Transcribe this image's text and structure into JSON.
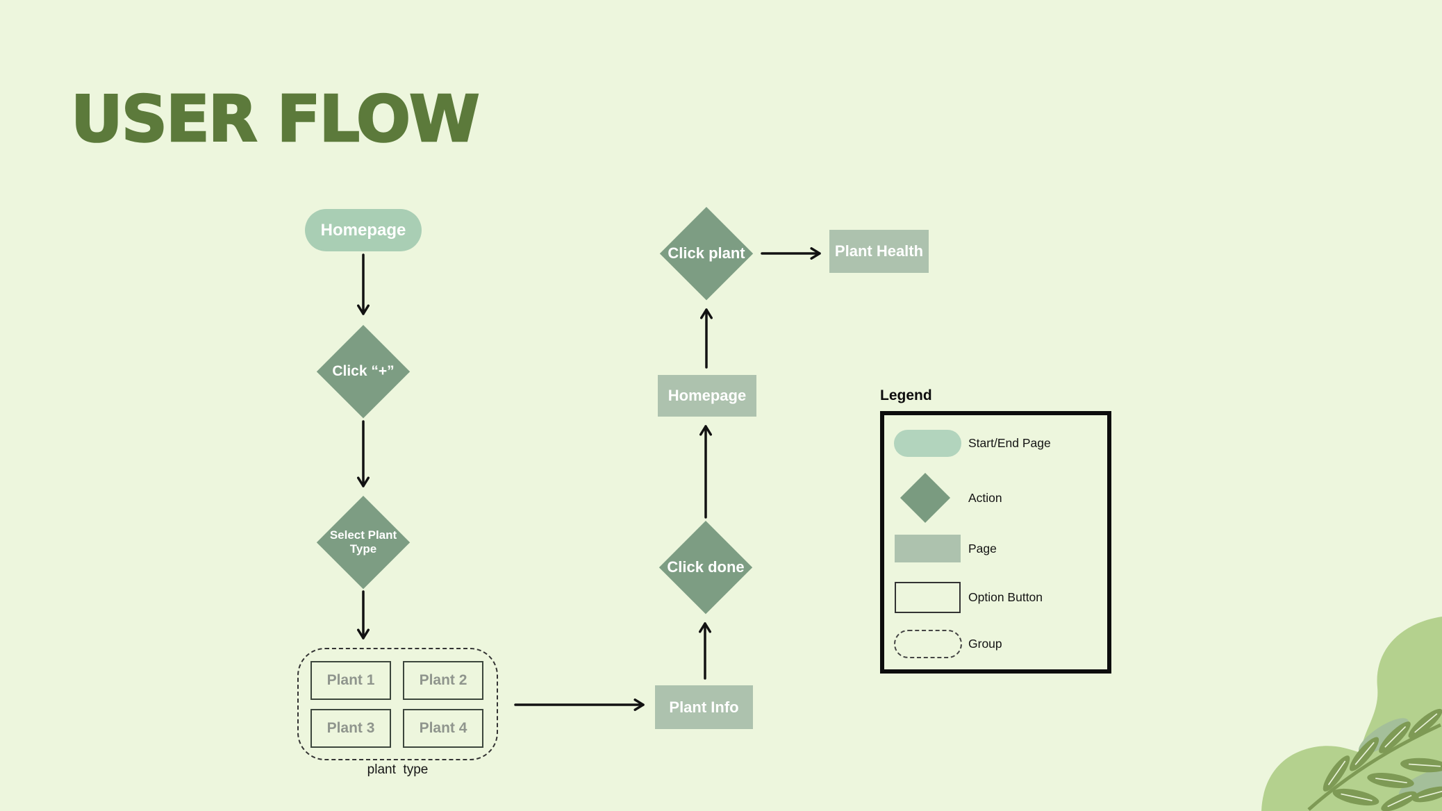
{
  "title": "USER FLOW",
  "colors": {
    "background": "#edf6dd",
    "title_text": "#5c7a3b",
    "start_end_pill": "#a9ceb4",
    "action_diamond": "#7d9d83",
    "page_rect": "#adc2ae",
    "option_button_text": "#8f958d",
    "arrow": "#121212",
    "legend_border": "#0d0d0d",
    "decoration_blob": "#b4d18e",
    "decoration_leaf_olive": "#7e9a55",
    "decoration_leaf_sage": "#a4bf9a"
  },
  "flow": {
    "start": {
      "label": "Homepage"
    },
    "click_plus": {
      "label": "Click “+”"
    },
    "select_plant": {
      "label": "Select Plant Type"
    },
    "group": {
      "caption": "plant  type",
      "buttons": [
        "Plant 1",
        "Plant 2",
        "Plant 3",
        "Plant 4"
      ]
    },
    "plant_info": {
      "label": "Plant Info"
    },
    "click_done": {
      "label": "Click done"
    },
    "homepage_page": {
      "label": "Homepage"
    },
    "click_plant": {
      "label": "Click plant"
    },
    "plant_health": {
      "label": "Plant Health"
    }
  },
  "legend": {
    "title": "Legend",
    "items": [
      {
        "shape": "pill",
        "label": "Start/End Page"
      },
      {
        "shape": "diamond",
        "label": "Action"
      },
      {
        "shape": "page",
        "label": "Page"
      },
      {
        "shape": "option",
        "label": "Option Button"
      },
      {
        "shape": "group",
        "label": "Group"
      }
    ]
  }
}
